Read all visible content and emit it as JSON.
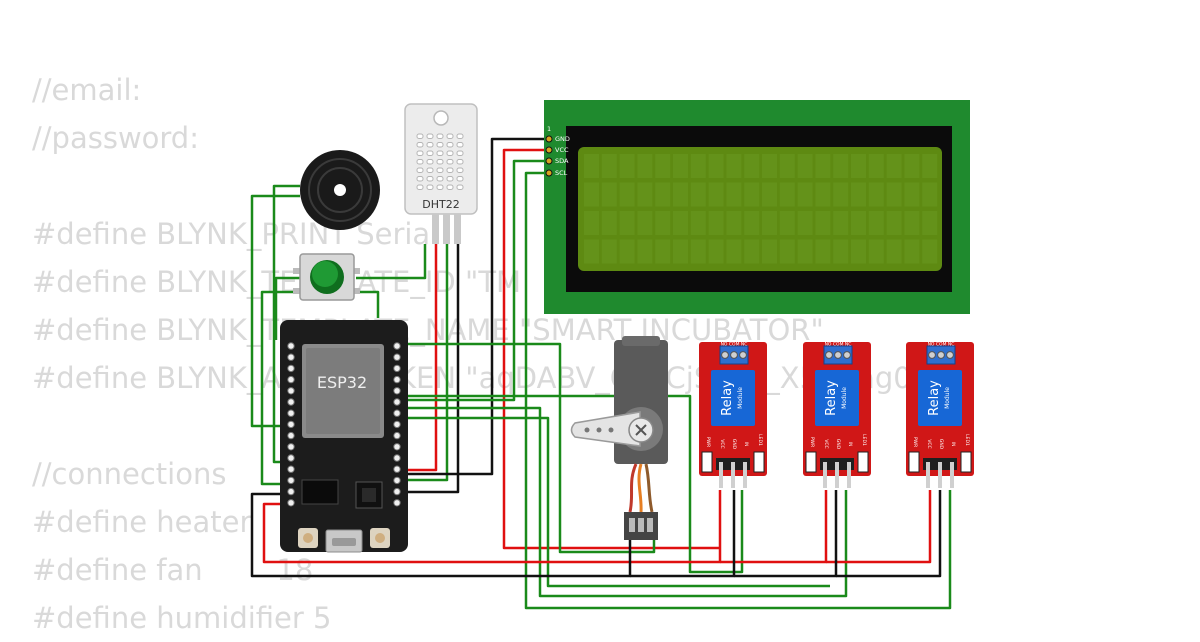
{
  "code_lines": [
    "//email:",
    "//password:",
    "",
    "#define BLYNK_PRINT Serial",
    "#define BLYNK_TEMPLATE_ID \"TM",
    "#define BLYNK_TEMPLATE_NAME \"SMART INCUBATOR\"",
    "#define BLYNK_AUTH_TOKEN \"aqDABV_Qp_CjS_kN_X5eUag0\"",
    "",
    "//connections",
    "#define heater",
    "#define fan        18",
    "#define humidifier 5"
  ],
  "components": {
    "mcu_label": "ESP32",
    "sensor_label": "DHT22",
    "lcd_pin_index": "1",
    "lcd_pins": [
      "GND",
      "VCC",
      "SDA",
      "SCL"
    ],
    "relay_title": "Relay",
    "relay_subtitle": "Module",
    "relay_top_pins": "NO COM NC",
    "relay_bottom_pins": [
      "VCC",
      "GND",
      "IN"
    ],
    "relay_pwr": "PWR",
    "relay_led": "LED1"
  },
  "colors": {
    "wire_green": "#1a8a1a",
    "wire_red": "#e01010",
    "wire_black": "#111111",
    "lcd_board": "#1f8a2e",
    "lcd_screen": "#5e8a12",
    "relay_board": "#d01717",
    "relay_block": "#1767d6",
    "esp32_board": "#1c1c1c",
    "esp32_module": "#8a8a8a",
    "code_text": "#d9d9d9"
  }
}
